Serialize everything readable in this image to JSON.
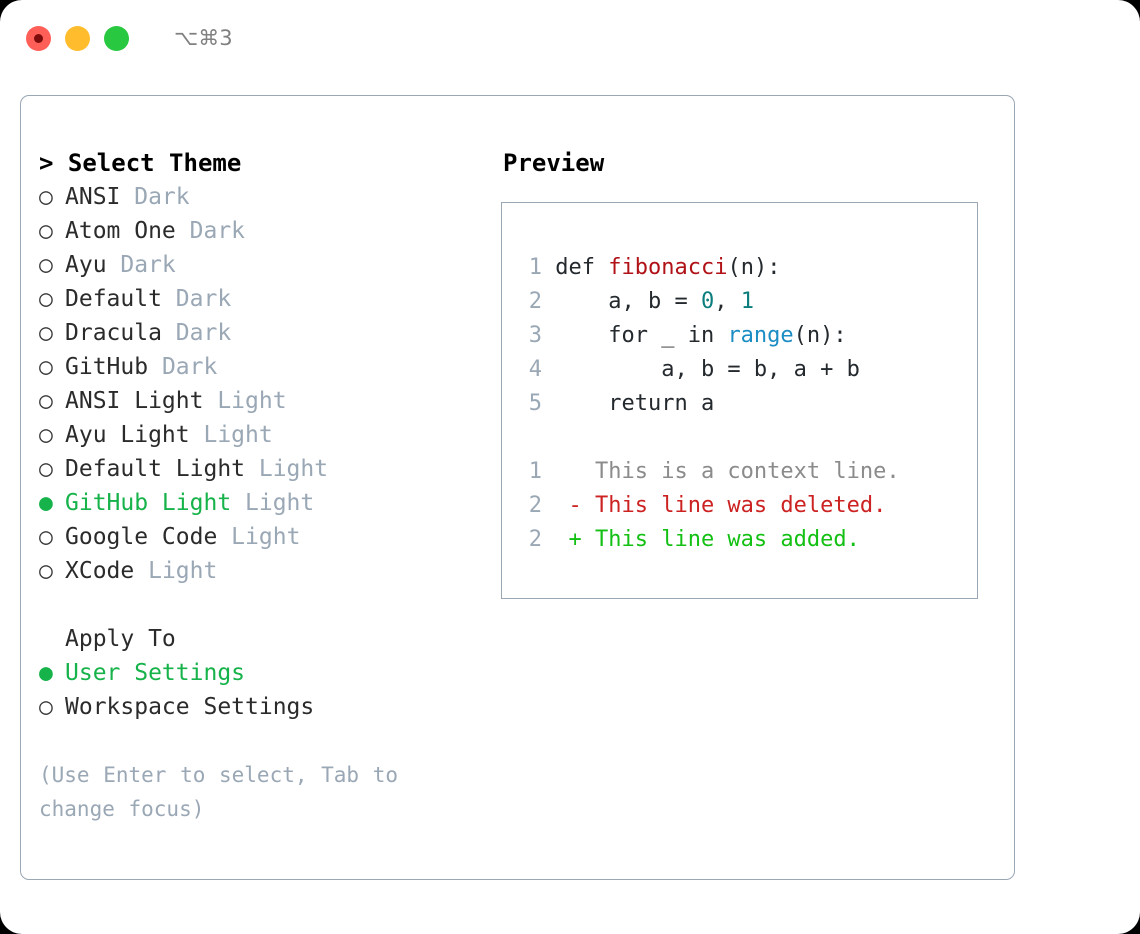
{
  "window": {
    "shortcut": "⌥⌘3",
    "traffic_lights": [
      {
        "name": "close",
        "color": "#ff5f57"
      },
      {
        "name": "minimize",
        "color": "#ffbd2e"
      },
      {
        "name": "maximize",
        "color": "#28c840"
      }
    ]
  },
  "theme_picker": {
    "header": "> Select Theme",
    "marker_selected": "●",
    "marker_unselected": "○",
    "items": [
      {
        "name": "ANSI",
        "kind": "Dark",
        "selected": false
      },
      {
        "name": "Atom One",
        "kind": "Dark",
        "selected": false
      },
      {
        "name": "Ayu",
        "kind": "Dark",
        "selected": false
      },
      {
        "name": "Default",
        "kind": "Dark",
        "selected": false
      },
      {
        "name": "Dracula",
        "kind": "Dark",
        "selected": false
      },
      {
        "name": "GitHub",
        "kind": "Dark",
        "selected": false
      },
      {
        "name": "ANSI Light",
        "kind": "Light",
        "selected": false
      },
      {
        "name": "Ayu Light",
        "kind": "Light",
        "selected": false
      },
      {
        "name": "Default Light",
        "kind": "Light",
        "selected": false
      },
      {
        "name": "GitHub Light",
        "kind": "Light",
        "selected": true
      },
      {
        "name": "Google Code",
        "kind": "Light",
        "selected": false
      },
      {
        "name": "XCode",
        "kind": "Light",
        "selected": false
      }
    ]
  },
  "apply_to": {
    "header": "Apply To",
    "options": [
      {
        "label": "User Settings",
        "selected": true
      },
      {
        "label": "Workspace Settings",
        "selected": false
      }
    ]
  },
  "hint": "(Use Enter to select, Tab to change focus)",
  "preview": {
    "header": "Preview",
    "code_lines": [
      {
        "num": "1",
        "segments": [
          {
            "text": "def ",
            "token": "plain"
          },
          {
            "text": "fibonacci",
            "token": "fn"
          },
          {
            "text": "(n):",
            "token": "plain"
          }
        ]
      },
      {
        "num": "2",
        "segments": [
          {
            "text": "    a, b = ",
            "token": "plain"
          },
          {
            "text": "0",
            "token": "num"
          },
          {
            "text": ", ",
            "token": "plain"
          },
          {
            "text": "1",
            "token": "num"
          }
        ]
      },
      {
        "num": "3",
        "segments": [
          {
            "text": "    for _ in ",
            "token": "plain"
          },
          {
            "text": "range",
            "token": "call"
          },
          {
            "text": "(n):",
            "token": "plain"
          }
        ]
      },
      {
        "num": "4",
        "segments": [
          {
            "text": "        a, b = b, a + b",
            "token": "plain"
          }
        ]
      },
      {
        "num": "5",
        "segments": [
          {
            "text": "    return a",
            "token": "plain"
          }
        ]
      }
    ],
    "diff_lines": [
      {
        "num": "1",
        "sign": " ",
        "text": "This is a context line.",
        "kind": "context"
      },
      {
        "num": "2",
        "sign": "-",
        "text": "This line was deleted.",
        "kind": "deleted"
      },
      {
        "num": "2",
        "sign": "+",
        "text": "This line was added.",
        "kind": "added"
      }
    ]
  },
  "colors": {
    "selected_green": "#16b24a",
    "muted": "#9aa7b5",
    "border": "#9aa7b5",
    "fn_red": "#b01217",
    "num_teal": "#0c7d7d",
    "call_blue": "#1b8cc4",
    "diff_deleted": "#cc2222",
    "diff_added": "#13c013",
    "diff_context": "#8b8b8b"
  }
}
